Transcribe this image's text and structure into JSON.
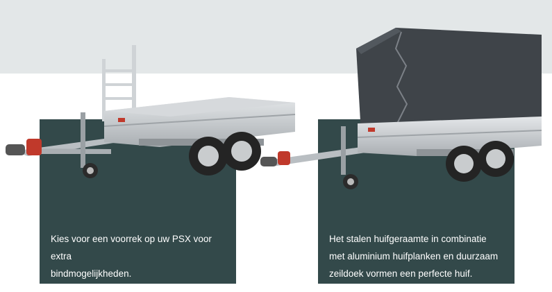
{
  "colors": {
    "top_band": "#e3e7e8",
    "card_bg": "#33494a",
    "card_text": "#ffffff",
    "trailer_silver": "#c9cdd0",
    "tarp": "#3f4449"
  },
  "cards": [
    {
      "image": "trailer-with-front-rack",
      "text": "Kies voor een voorrek op uw PSX voor extra\nbindmogelijkheden."
    },
    {
      "image": "trailer-with-tarp-cover",
      "text": "Het stalen huifgeraamte in combinatie\nmet aluminium huifplanken en duurzaam\nzeildoek vormen een perfecte huif."
    }
  ]
}
